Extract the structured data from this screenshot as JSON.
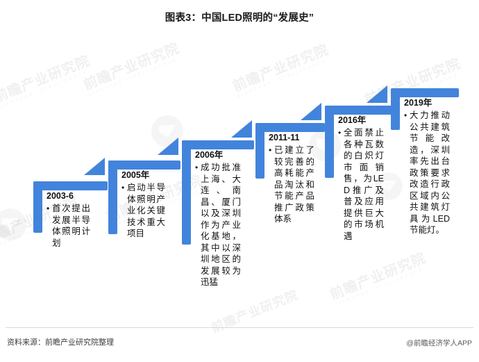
{
  "title": "图表3：中国LED照明的“发展史”",
  "theme": {
    "accent": "#4284DC",
    "accent_dark": "#3573C8",
    "text": "#101010",
    "background": "#FFFFFF"
  },
  "watermark": {
    "text": "前瞻产业研究院",
    "subtext": "QIANZHAN INTELLIGENCE"
  },
  "footer": {
    "source": "资料来源：前瞻产业研究院整理",
    "brand": "@前瞻经济学人APP"
  },
  "chart_data": {
    "type": "diagram",
    "subtype": "ascending-step-timeline",
    "title": "图表3：中国LED照明的“发展史”",
    "step_count": 6,
    "direction": "ascending left-to-right",
    "steps": [
      {
        "year": "2003-6",
        "desc": "首次提出发展半导体照明计划"
      },
      {
        "year": "2005年",
        "desc": "启动半导体照明产业化关键技术重大项目"
      },
      {
        "year": "2006年",
        "desc": "成功批准上海、大连、南昌、厦门以及深圳作为产业化基地，其中以深圳地区的发展较为迅猛"
      },
      {
        "year": "2011-11",
        "desc": "已建立了较完善的高耗能产品淘汰和节能产品推广政策体系"
      },
      {
        "year": "2016年",
        "desc": "全面禁止各种瓦数的白炽灯市面销售，为LED推广及普及应用提供巨大的市场机遇"
      },
      {
        "year": "2019年",
        "desc": "大力推动公共建筑节能改造，深圳率先出台政策要求改造行政区域内公共建筑灯具为LED节能灯。"
      }
    ]
  }
}
